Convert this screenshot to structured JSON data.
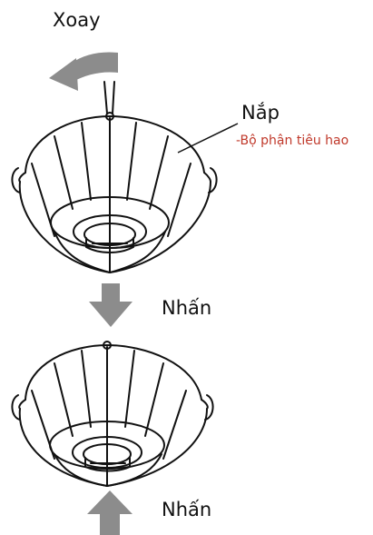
{
  "labels": {
    "rotate": "Xoay",
    "cap": "Nắp",
    "consumable": "-Bộ phận tiêu hao",
    "press_top": "Nhấn",
    "press_bottom": "Nhấn"
  },
  "colors": {
    "arrow": "#8c8c8c",
    "line": "#111111",
    "accent_text": "#c0392b"
  },
  "icons": {
    "rotate_arrow": "curved-arrow-left-icon",
    "press_down": "arrow-down-icon",
    "press_up": "arrow-up-icon"
  }
}
